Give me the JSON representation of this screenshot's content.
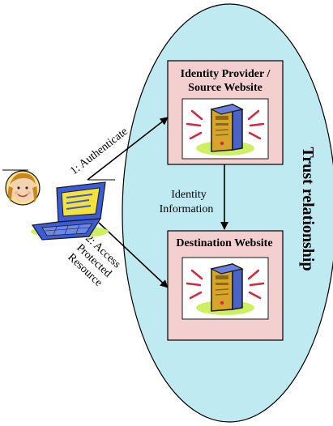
{
  "boxes": {
    "identity_provider": {
      "line1": "Identity Provider /",
      "line2": "Source Website"
    },
    "destination": {
      "title": "Destination Website"
    }
  },
  "labels": {
    "authenticate": "1: Authenticate",
    "access_line1": "2: Access",
    "access_line2": "Protected",
    "access_line3": "Resource",
    "identity_info_line1": "Identity",
    "identity_info_line2": "Information",
    "trust": "Trust relationship"
  },
  "colors": {
    "ellipse_fill": "#bfeaf2",
    "box_fill": "#f3cfcf",
    "server_blue": "#4a63c9",
    "server_gold": "#d7a52a",
    "accent_red": "#d6283b",
    "shadow_green": "#cdef62",
    "laptop_blue": "#3b5bd8",
    "screen_yellow": "#f2e23a"
  },
  "icons": {
    "user": "user-avatar-icon",
    "laptop": "laptop-icon",
    "server": "server-icon"
  }
}
